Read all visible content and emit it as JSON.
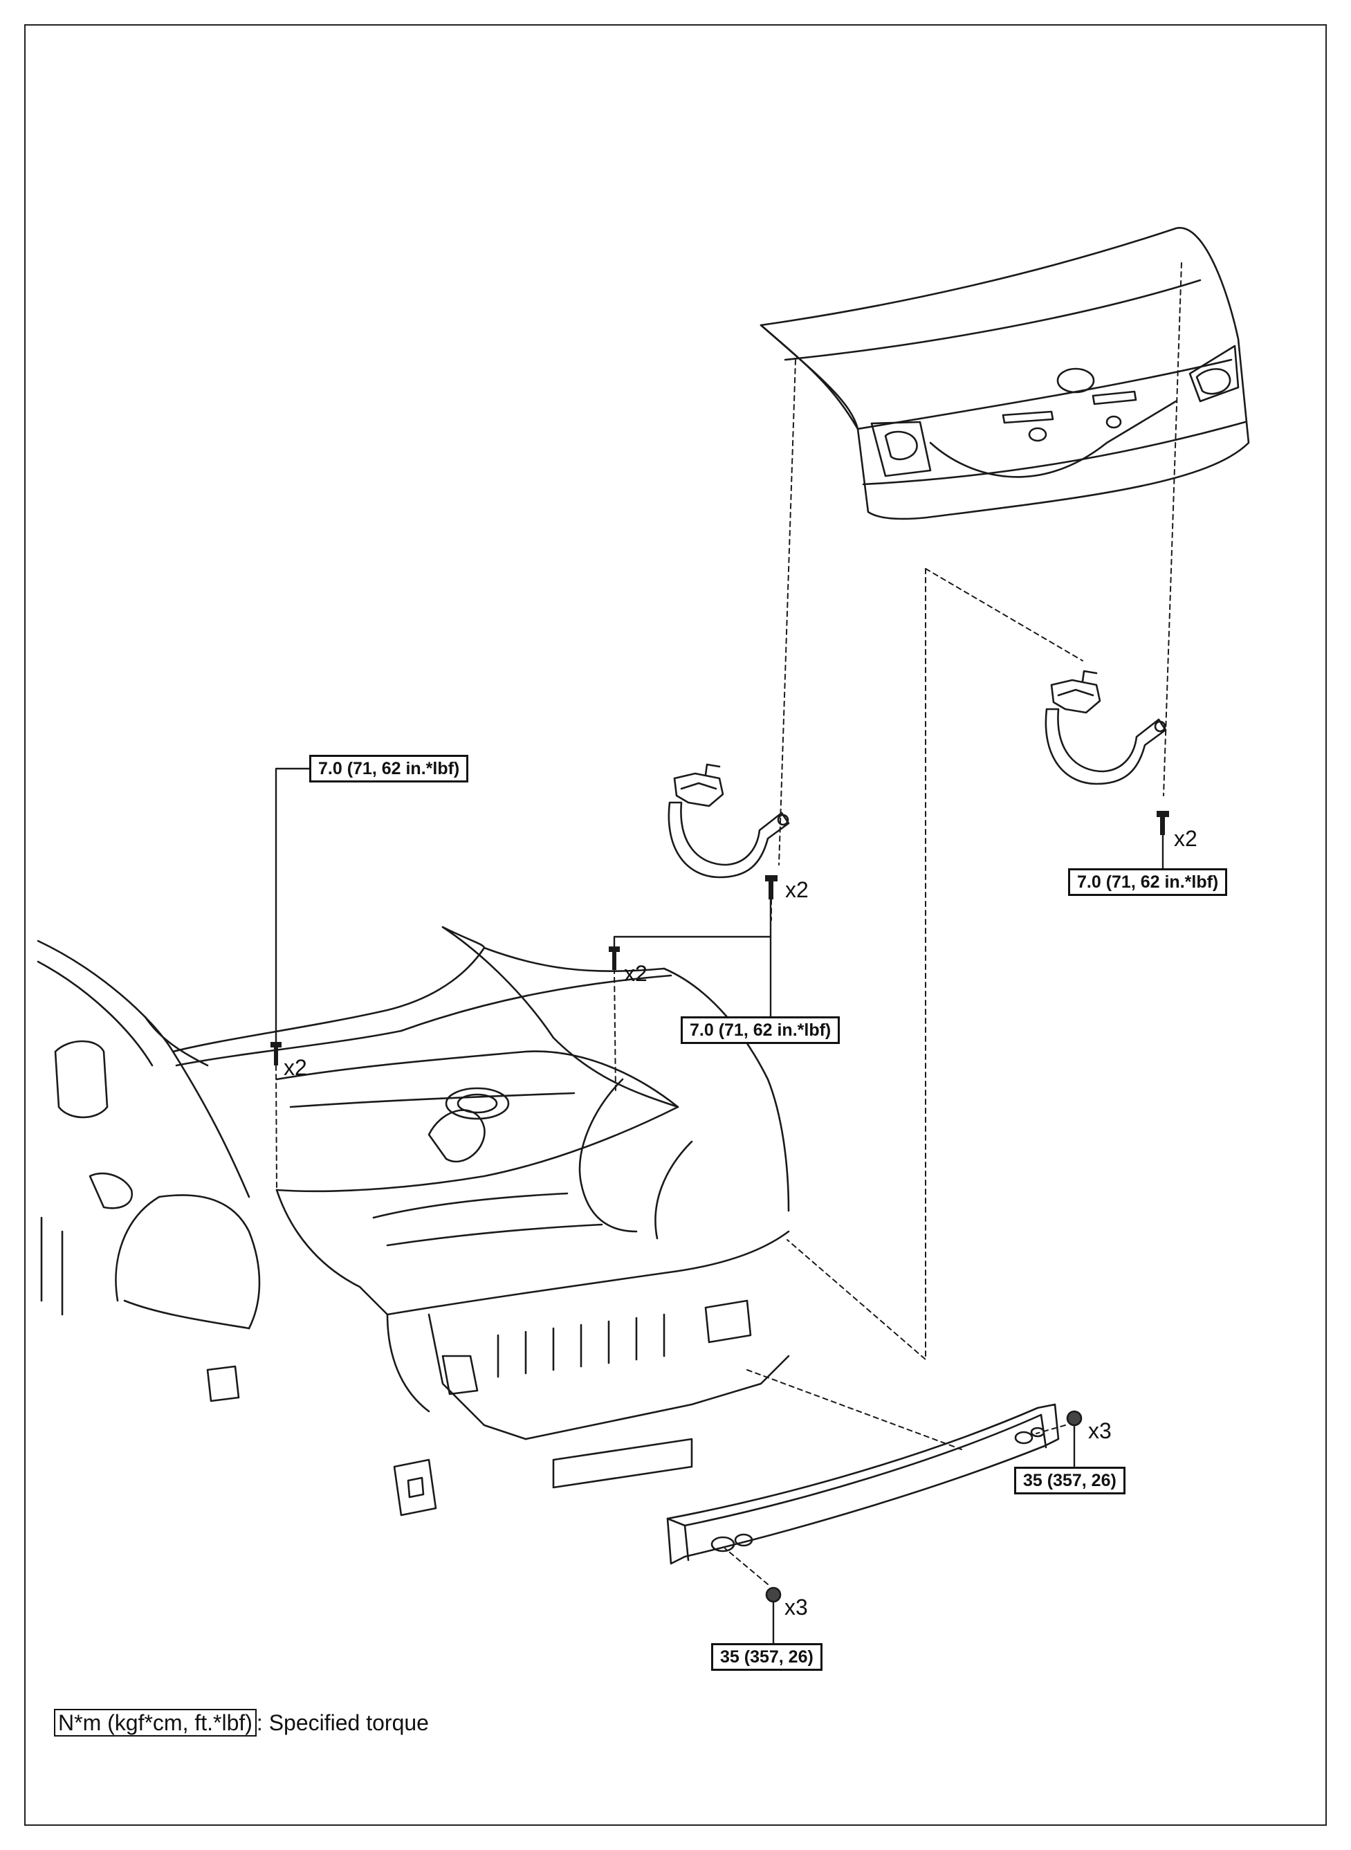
{
  "callouts": {
    "torque_left_upper": "7.0 (71, 62 in.*lbf)",
    "torque_center": "7.0 (71, 62 in.*lbf)",
    "torque_right": "7.0 (71, 62 in.*lbf)",
    "torque_bumper_right": "35 (357, 26)",
    "torque_bumper_bottom": "35 (357, 26)"
  },
  "quantities": {
    "left_bolts": "x2",
    "center_bolt_a": "x2",
    "center_bolt_b": "x2",
    "right_bolts": "x2",
    "bumper_nuts_right": "x3",
    "bumper_nuts_bottom": "x3"
  },
  "legend": {
    "unit_box": "N*m (kgf*cm, ft.*lbf)",
    "description": ": Specified torque"
  }
}
